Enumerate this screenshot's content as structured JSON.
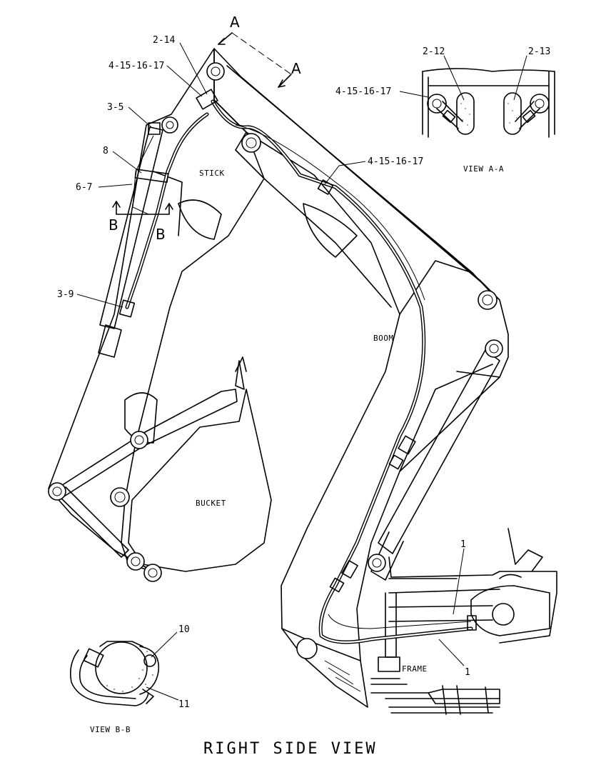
{
  "title": "RIGHT SIDE VIEW",
  "components": {
    "stick": "STICK",
    "boom": "BOOM",
    "bucket": "BUCKET",
    "frame": "FRAME"
  },
  "views": {
    "view_aa": "VIEW A-A",
    "view_bb": "VIEW B-B"
  },
  "section_markers": {
    "a": "A",
    "b": "B"
  },
  "callouts": {
    "c_2_14": "2-14",
    "c_4_15_16_17_top": "4-15-16-17",
    "c_3_5": "3-5",
    "c_8": "8",
    "c_6_7": "6-7",
    "c_3_9": "3-9",
    "c_4_15_16_17_boom": "4-15-16-17",
    "c_2_12": "2-12",
    "c_2_13": "2-13",
    "c_4_15_16_17_aa": "4-15-16-17",
    "c_1_upper": "1",
    "c_1_lower": "1",
    "c_10": "10",
    "c_11": "11"
  }
}
